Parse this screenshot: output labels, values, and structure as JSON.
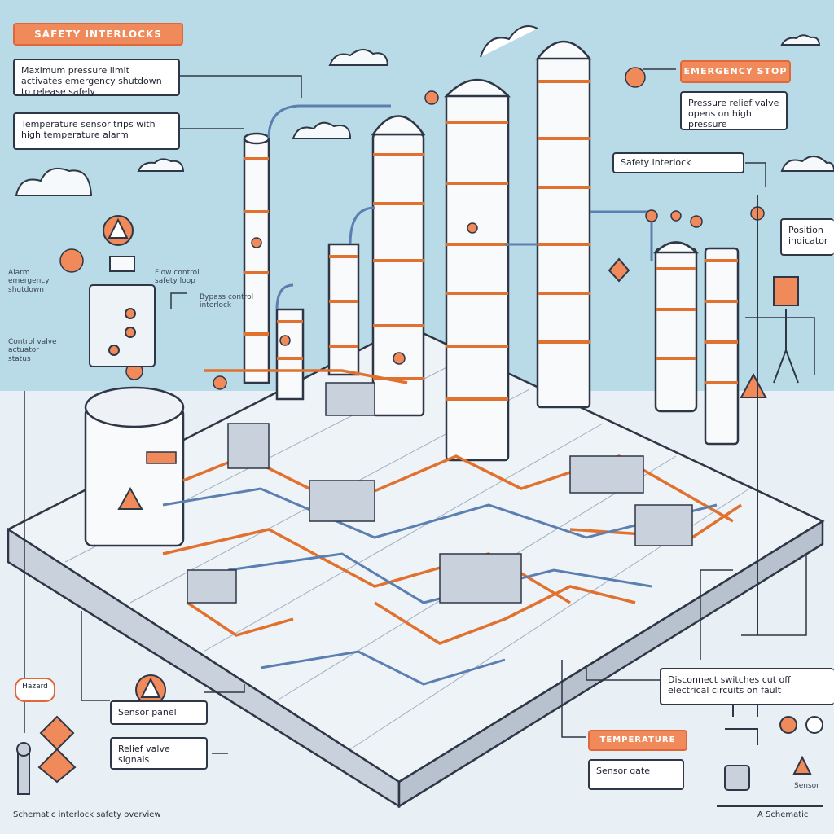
{
  "title_tag": "SAFETY INTERLOCKS",
  "top_callouts": {
    "pressure": "Maximum pressure limit activates emergency shutdown to release safely",
    "temperature": "Temperature sensor trips with high temperature alarm"
  },
  "right_tag": "EMERGENCY STOP",
  "right_callouts": {
    "pressure_relief": "Pressure relief valve opens on high pressure",
    "safety_interlock": "Safety interlock",
    "position": "Position indicator"
  },
  "left_notes": {
    "upper": "Alarm emergency shutdown",
    "lower": "Control valve actuator status",
    "mid": "Flow control safety loop"
  },
  "center_note": "Bypass control interlock",
  "bottom_left": {
    "sensor": "Sensor panel",
    "relief": "Relief valve signals",
    "hazard": "Hazard"
  },
  "bottom_right": {
    "disconnect": "Disconnect switches cut off electrical circuits on fault",
    "temp_tag": "TEMPERATURE",
    "sensor_gate": "Sensor gate",
    "small": "Sensor"
  },
  "footer": {
    "left": "Schematic interlock safety overview",
    "right": "A Schematic"
  },
  "colors": {
    "accent": "#f08a5a",
    "sky": "#b9dbe8",
    "line": "#2f3645",
    "pipe_orange": "#e0712f",
    "pipe_blue": "#5a7fb0"
  }
}
